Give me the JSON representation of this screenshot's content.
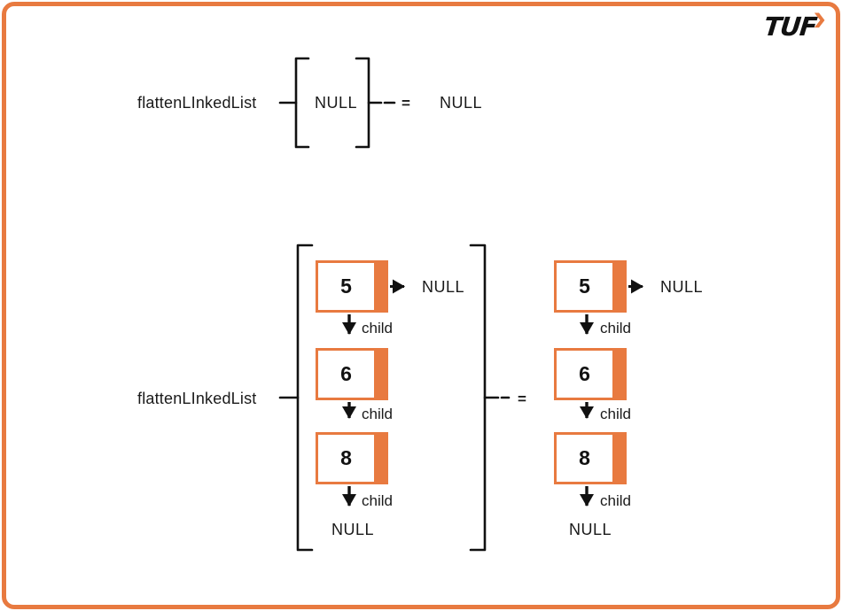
{
  "logo": {
    "text": "TUF",
    "chevron": "❯"
  },
  "colors": {
    "accent_orange": "#E87A40",
    "ink": "#111111"
  },
  "top_equation": {
    "label": "flattenLInkedList",
    "argument": "NULL",
    "equals": "=",
    "result": "NULL"
  },
  "bottom_equation": {
    "label": "flattenLInkedList",
    "equals": "=",
    "child_label": "child",
    "next_null": "NULL",
    "tail_null": "NULL",
    "input_list": {
      "nodes": [
        "5",
        "6",
        "8"
      ]
    },
    "output_list": {
      "nodes": [
        "5",
        "6",
        "8"
      ]
    }
  }
}
